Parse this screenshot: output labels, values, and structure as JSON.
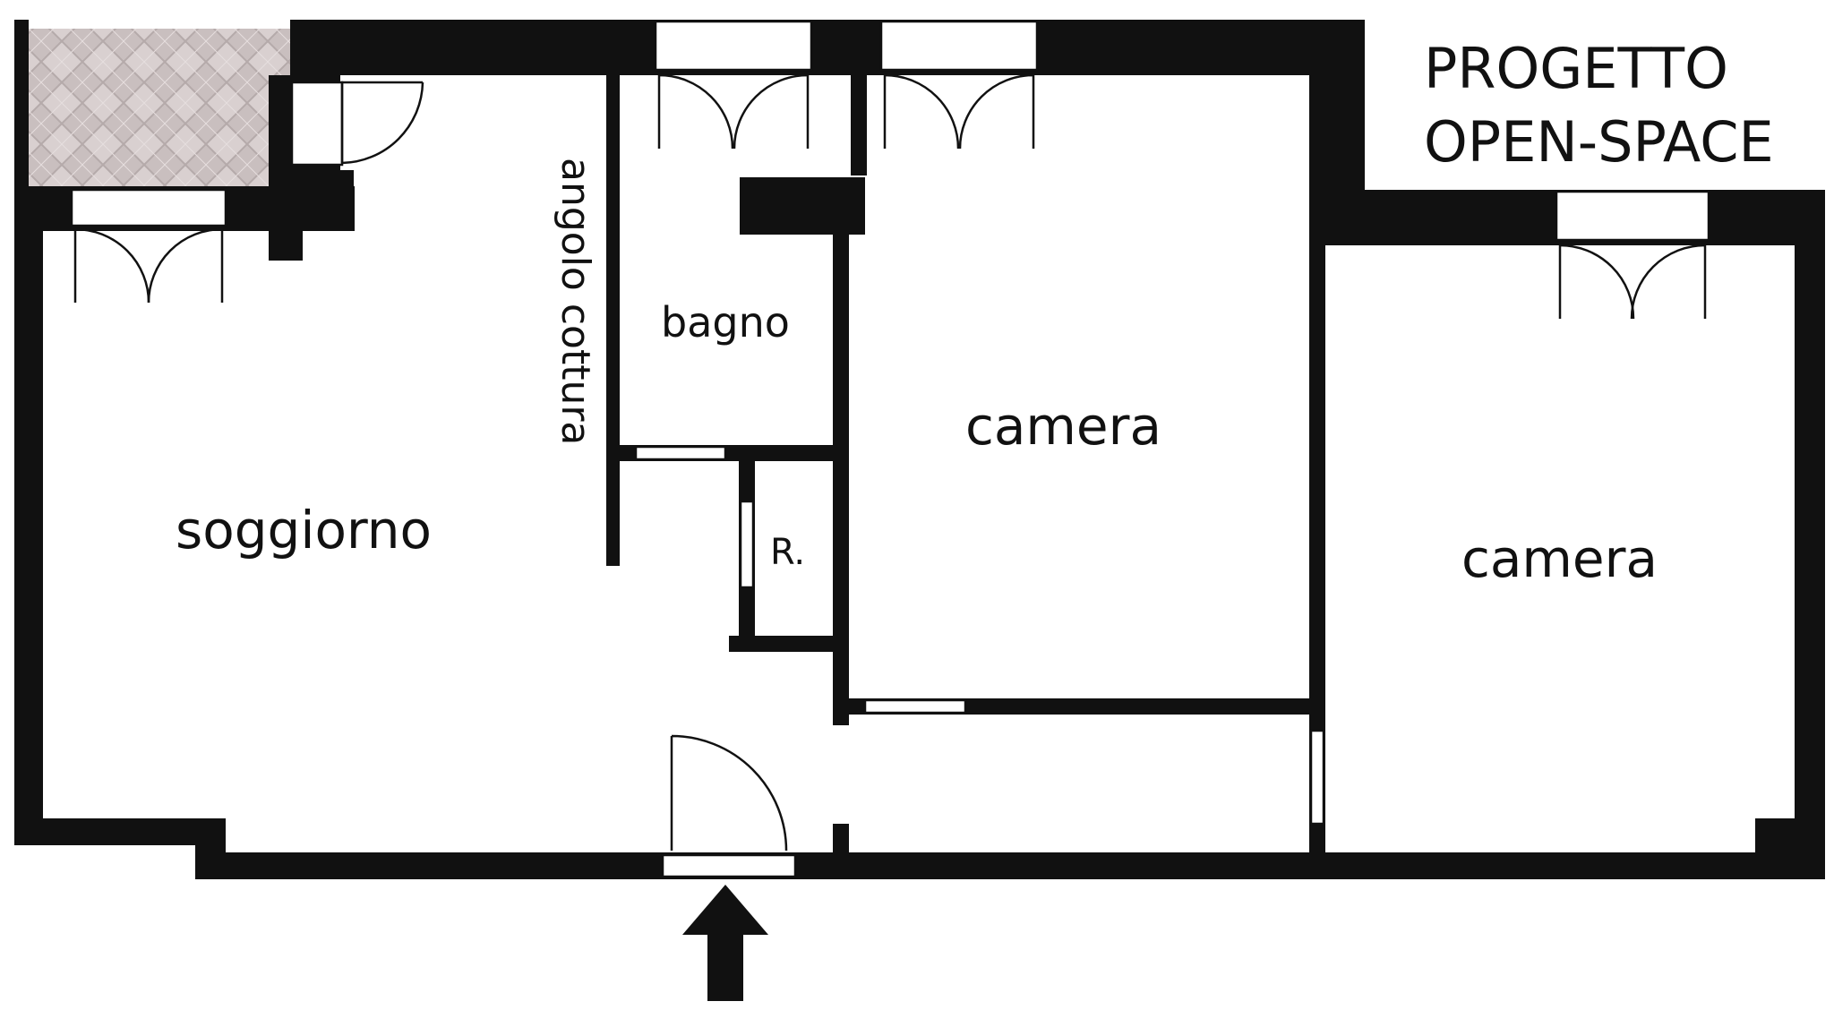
{
  "title": {
    "line1": "PROGETTO",
    "line2": "OPEN-SPACE"
  },
  "rooms": {
    "soggiorno": "soggiorno",
    "angolo_cottura": "angolo cottura",
    "bagno": "bagno",
    "camera_1": "camera",
    "camera_2": "camera",
    "ripostiglio": "R."
  },
  "colors": {
    "wall": "#111111",
    "background": "#ffffff",
    "terrace_tile": "#c9bfbf"
  },
  "icons": {
    "entrance": "arrow-up-icon"
  }
}
